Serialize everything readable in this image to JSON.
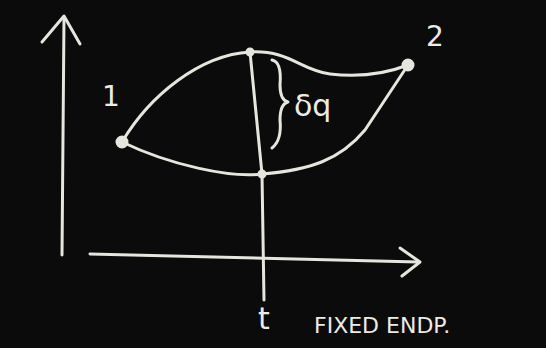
{
  "diagram": {
    "labels": [
      "1",
      "2",
      "δq",
      "t",
      "FIXED ENDP."
    ]
  }
}
